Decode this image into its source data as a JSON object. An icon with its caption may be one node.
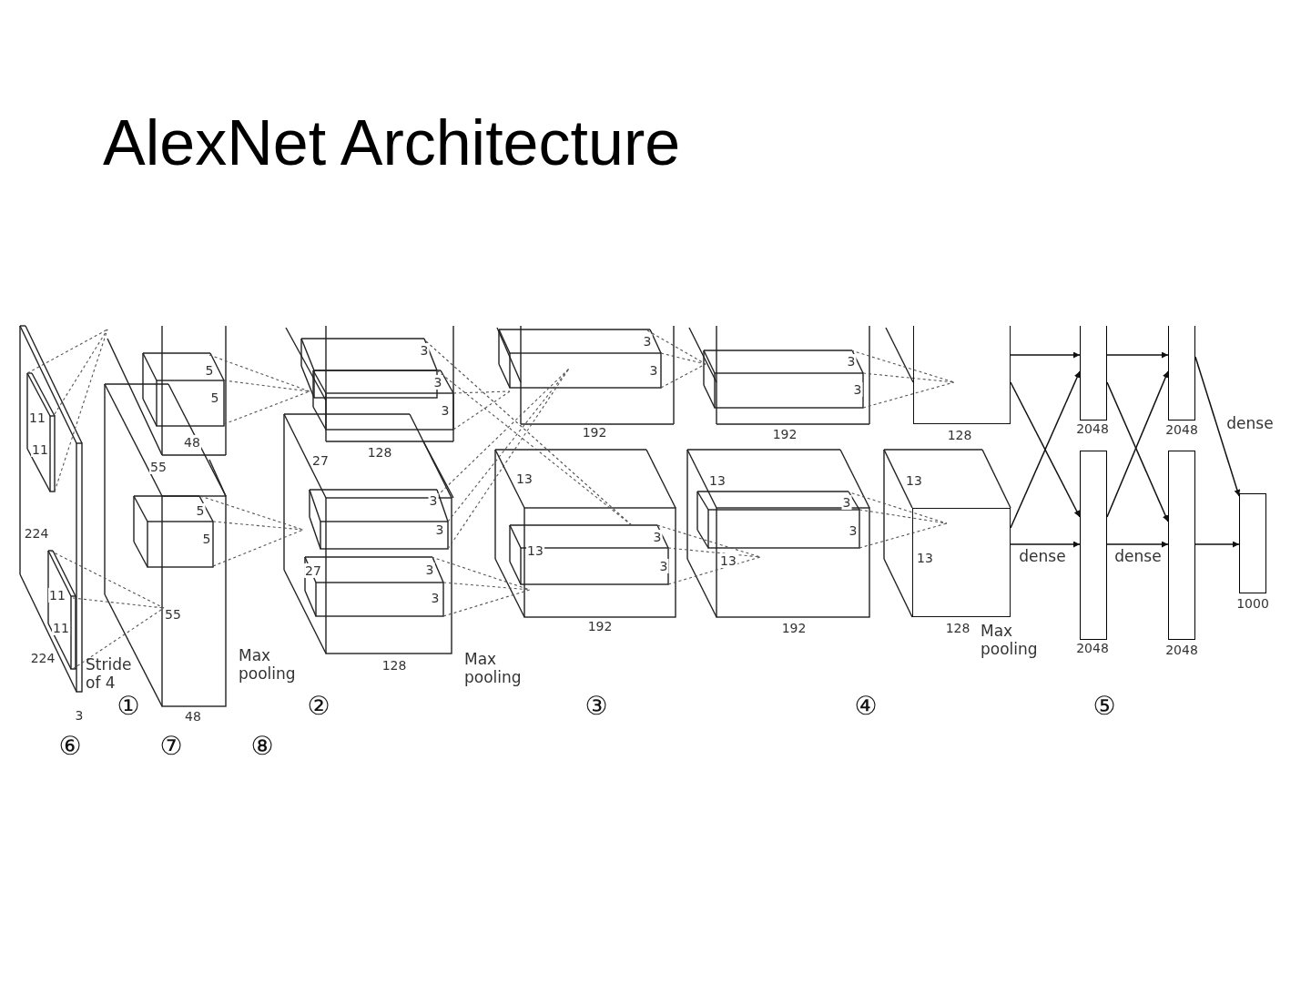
{
  "diagram": {
    "title": "AlexNet Architecture",
    "nodes": [
      {
        "text": [],
        "shape": "box",
        "beside": [
          "128"
        ]
      },
      {
        "text": [
          "13"
        ],
        "beside": [
          "13",
          "128"
        ]
      },
      {
        "text": [],
        "shape": "bar",
        "beside": [
          "2048"
        ]
      },
      {
        "text": [],
        "shape": "bar",
        "beside": [
          "2048"
        ]
      },
      {
        "text": [],
        "shape": "bar",
        "beside": [
          "2048"
        ]
      },
      {
        "text": [],
        "shape": "bar",
        "beside": [
          "2048"
        ]
      },
      {
        "text": [],
        "shape": "bar",
        "beside": [
          "1000"
        ]
      }
    ],
    "edges": [
      {
        "from": 0,
        "to": 2,
        "arrow": "to"
      },
      {
        "from": 0,
        "to": 3,
        "arrow": "to"
      },
      {
        "from": 1,
        "to": 2,
        "arrow": "to"
      },
      {
        "from": 1,
        "to": 3,
        "arrow": "to",
        "label": "dense"
      },
      {
        "from": 2,
        "to": 4,
        "arrow": "to"
      },
      {
        "from": 2,
        "to": 5,
        "arrow": "to"
      },
      {
        "from": 3,
        "to": 4,
        "arrow": "to"
      },
      {
        "from": 3,
        "to": 5,
        "arrow": "to",
        "label": "dense"
      },
      {
        "from": 4,
        "to": 6,
        "arrow": "to",
        "label": "dense"
      },
      {
        "from": 5,
        "to": 6,
        "arrow": "to"
      }
    ],
    "labels": [
      "224",
      "11",
      "11",
      "224",
      "11",
      "11",
      "Stride of 4",
      "3",
      "55",
      "5",
      "5",
      "48",
      "55",
      "5",
      "5",
      "48",
      "Max pooling",
      "27",
      "3",
      "3",
      "3",
      "128",
      "3",
      "3",
      "27",
      "3",
      "3",
      "128",
      "Max pooling",
      "3",
      "3",
      "192",
      "13",
      "3",
      "13",
      "3",
      "192",
      "3",
      "3",
      "192",
      "13",
      "3",
      "3",
      "13",
      "192",
      "Max pooling",
      "①",
      "②",
      "③",
      "④",
      "⑤",
      "⑥",
      "⑦",
      "⑧"
    ]
  }
}
